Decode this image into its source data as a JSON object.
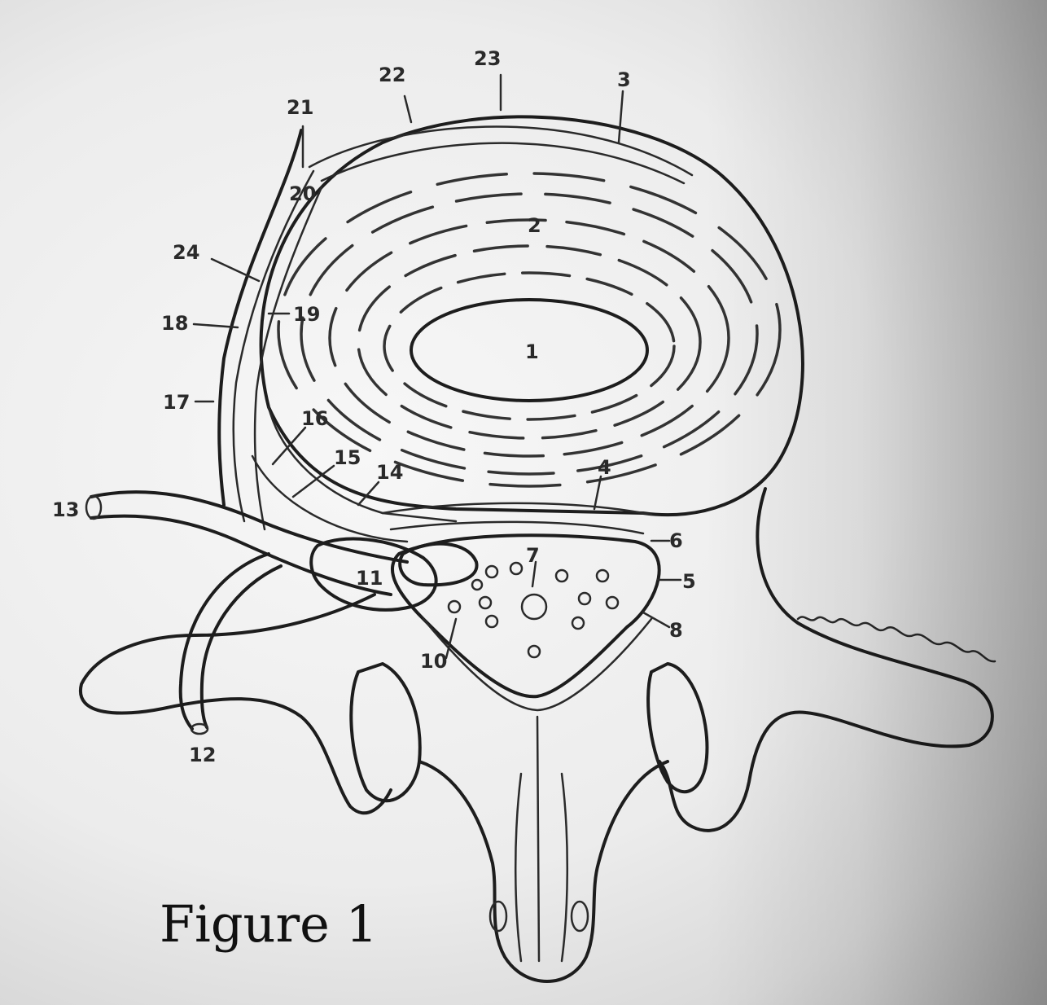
{
  "figure": {
    "caption": "Figure 1",
    "colors": {
      "ink": "#1d1d1d",
      "paper": "#f3f3f3"
    },
    "labels": [
      {
        "id": "1",
        "text": "1"
      },
      {
        "id": "2",
        "text": "2"
      },
      {
        "id": "3",
        "text": "3"
      },
      {
        "id": "4",
        "text": "4"
      },
      {
        "id": "5",
        "text": "5"
      },
      {
        "id": "6",
        "text": "6"
      },
      {
        "id": "7",
        "text": "7"
      },
      {
        "id": "8",
        "text": "8"
      },
      {
        "id": "10",
        "text": "10"
      },
      {
        "id": "11",
        "text": "11"
      },
      {
        "id": "12",
        "text": "12"
      },
      {
        "id": "13",
        "text": "13"
      },
      {
        "id": "14",
        "text": "14"
      },
      {
        "id": "15",
        "text": "15"
      },
      {
        "id": "16",
        "text": "16"
      },
      {
        "id": "17",
        "text": "17"
      },
      {
        "id": "18",
        "text": "18"
      },
      {
        "id": "19",
        "text": "19"
      },
      {
        "id": "20",
        "text": "20"
      },
      {
        "id": "21",
        "text": "21"
      },
      {
        "id": "22",
        "text": "22"
      },
      {
        "id": "23",
        "text": "23"
      },
      {
        "id": "24",
        "text": "24"
      }
    ]
  }
}
